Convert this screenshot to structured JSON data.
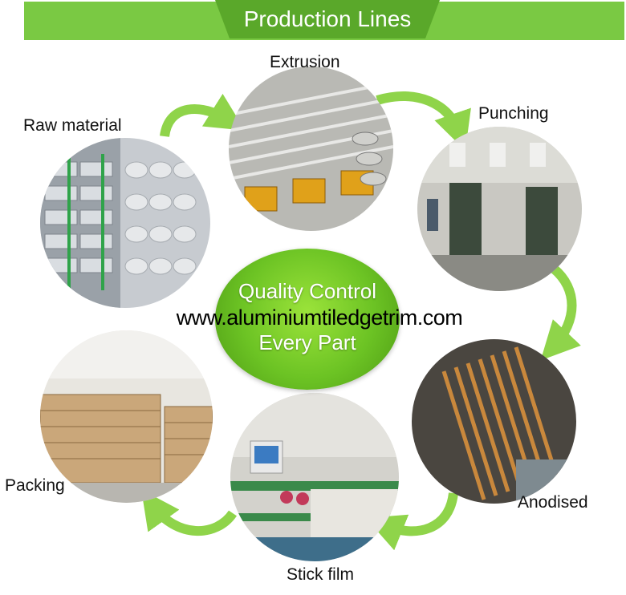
{
  "header": {
    "title": "Production Lines"
  },
  "center": {
    "line1": "Quality Control",
    "line2": "Every Part"
  },
  "website": "www.aluminiumtiledgetrim.com",
  "steps": {
    "raw_material": "Raw material",
    "extrusion": "Extrusion",
    "punching": "Punching",
    "anodised": "Anodised",
    "stick_film": "Stick film",
    "packing": "Packing"
  },
  "colors": {
    "green": "#7ac943",
    "arrow_green": "#8fd44a"
  }
}
